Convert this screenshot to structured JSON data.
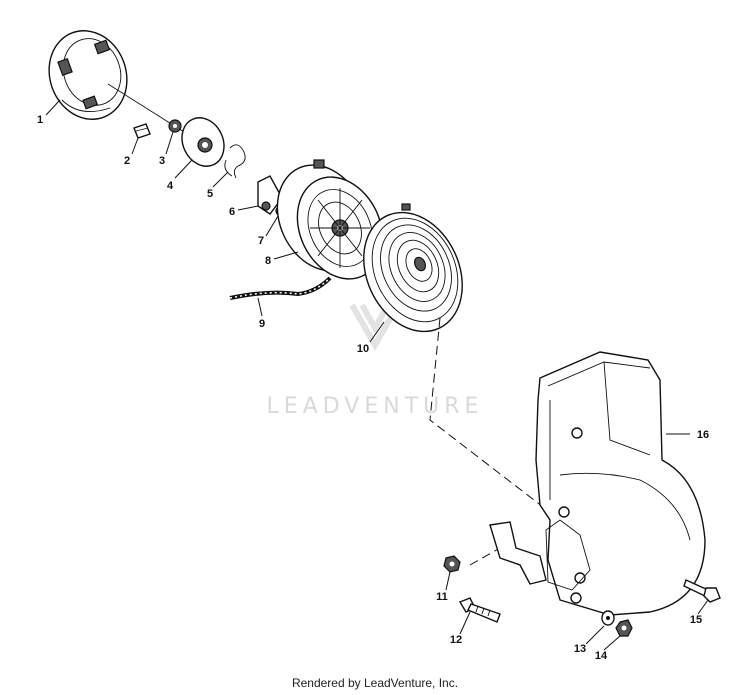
{
  "callouts": {
    "c1": "1",
    "c2": "2",
    "c3": "3",
    "c4": "4",
    "c5": "5",
    "c6": "6",
    "c7": "7",
    "c8": "8",
    "c9": "9",
    "c10": "10",
    "c11": "11",
    "c12": "12",
    "c13": "13",
    "c14": "14",
    "c15": "15",
    "c16": "16"
  },
  "watermark": "LEADVENTURE",
  "footer": "Rendered by LeadVenture, Inc."
}
